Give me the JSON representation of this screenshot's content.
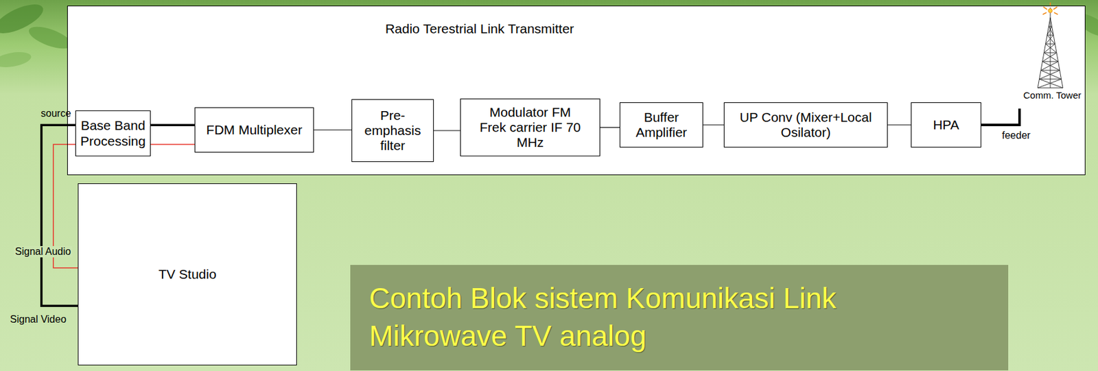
{
  "diagram": {
    "caption": "Contoh Blok sistem Komunikasi Link Mikrowave TV analog",
    "nodes": [
      {
        "text": [
          "Radio Terestrial Link Transmitter"
        ]
      },
      {
        "text": [
          "Base Band Processing"
        ],
        "in": 0
      },
      {
        "text": [
          "FDM Multiplexer"
        ],
        "in": 0
      },
      {
        "text": [
          "Pre- emphasis filter"
        ],
        "in": 0
      },
      {
        "text": [
          "Modulator FM Frek carrier IF 70 MHz"
        ],
        "in": 0
      },
      {
        "text": [
          "Buffer Amplifier"
        ],
        "in": 0
      },
      {
        "text": [
          "UP Conv (Mixer+Local Osilator)"
        ],
        "in": 0
      },
      {
        "text": [
          "HPA"
        ],
        "in": 0
      },
      {
        "text": [
          "TV Studio"
        ]
      }
    ],
    "edges": [
      {
        "from": 8,
        "to": 1,
        "arrow": "none"
      },
      {
        "from": 8,
        "to": 1,
        "arrow": "none"
      },
      {
        "from": 1,
        "to": 2,
        "arrow": "none"
      },
      {
        "from": 1,
        "to": 2,
        "arrow": "none"
      },
      {
        "from": 2,
        "to": 3,
        "arrow": "none"
      },
      {
        "from": 3,
        "to": 4,
        "arrow": "none"
      },
      {
        "from": 4,
        "to": 5,
        "arrow": "none"
      },
      {
        "from": 5,
        "to": 6,
        "arrow": "none"
      },
      {
        "from": 6,
        "to": 7,
        "arrow": "none"
      }
    ],
    "labels": [
      "source",
      "Signal Audio",
      "Signal Video",
      "Comm. Tower",
      "feeder"
    ]
  }
}
